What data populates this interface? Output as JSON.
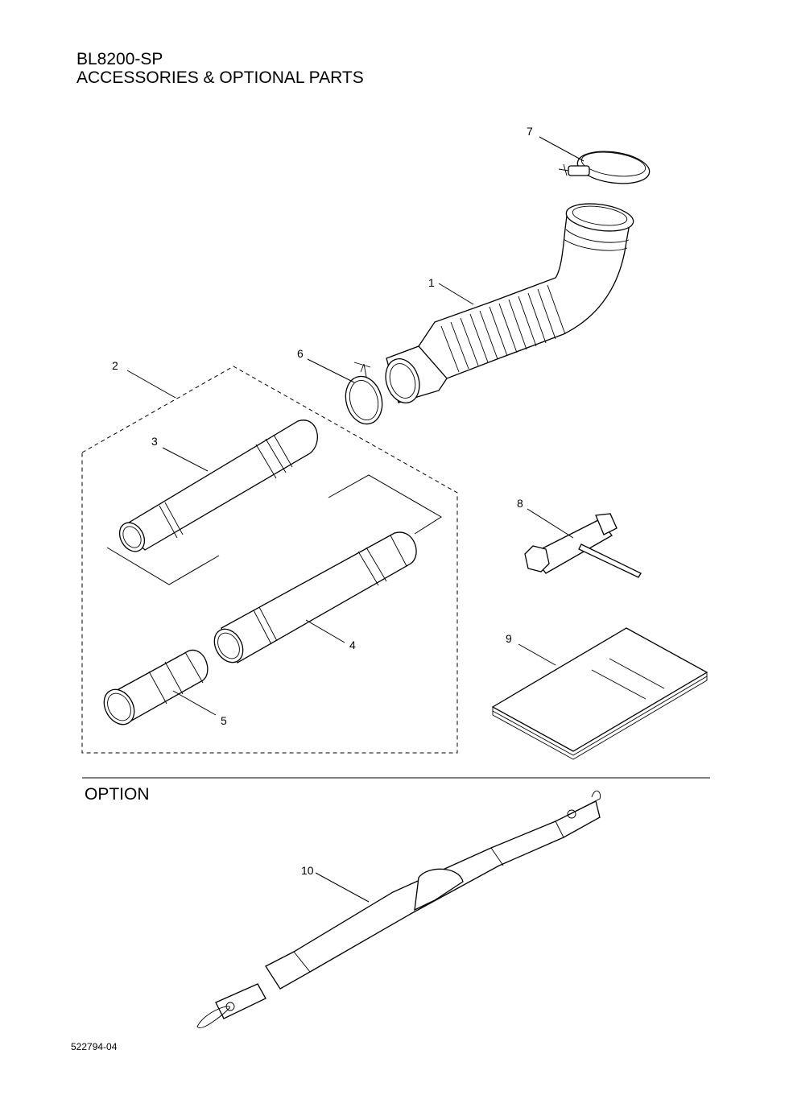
{
  "header": {
    "model": "BL8200-SP",
    "section": "ACCESSORIES & OPTIONAL PARTS"
  },
  "callouts": [
    "1",
    "2",
    "3",
    "4",
    "5",
    "6",
    "7",
    "8",
    "9",
    "10"
  ],
  "option_label": "OPTION",
  "doc_number": "522794-04"
}
